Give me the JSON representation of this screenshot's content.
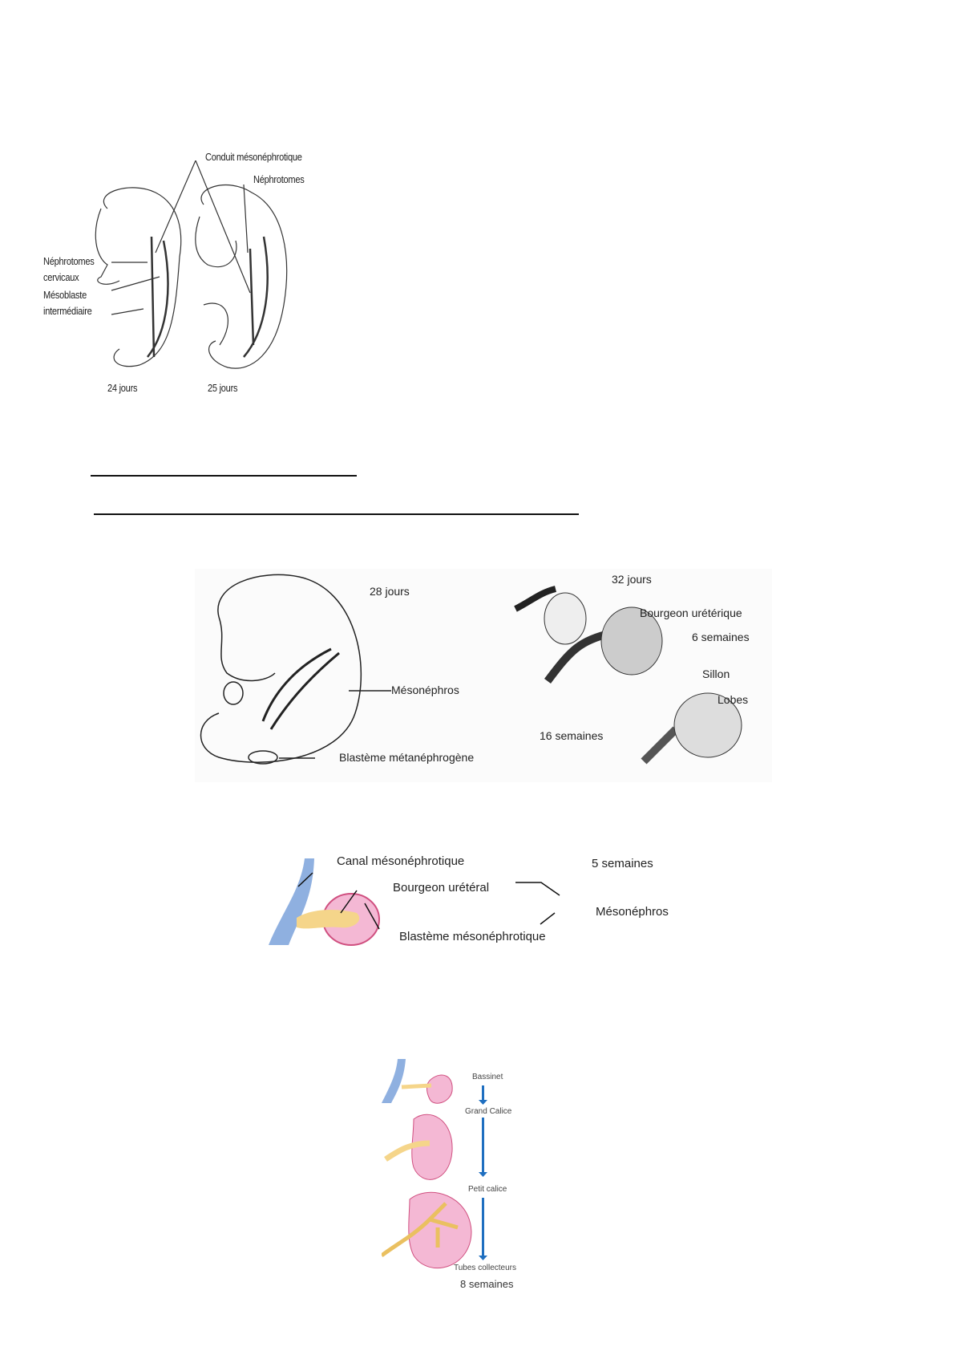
{
  "figure1": {
    "labels": {
      "conduit": "Conduit mésonéphrotique",
      "nephrotomes": "Néphrotomes",
      "nephrotomes_cervicaux_1": "Néphrotomes",
      "nephrotomes_cervicaux_2": "cervicaux",
      "mesoblaste_1": "Mésoblaste",
      "mesoblaste_2": "intermédiaire",
      "day24": "24 jours",
      "day25": "25 jours"
    }
  },
  "figure2": {
    "labels": {
      "j28": "28 jours",
      "mesonephros": "Mésonéphros",
      "blasteme": "Blastème métanéphrogène",
      "j32": "32 jours",
      "bourgeon": "Bourgeon urétérique",
      "s6": "6 semaines",
      "sillon": "Sillon",
      "lobes": "Lobes",
      "s16": "16 semaines"
    }
  },
  "figure3": {
    "labels": {
      "canal": "Canal mésonéphrotique",
      "s5": "5 semaines",
      "bourgeon": "Bourgeon urétéral",
      "mesonephros": "Mésonéphros",
      "blasteme": "Blastème mésonéphrotique"
    }
  },
  "figure4": {
    "labels": {
      "bassinet": "Bassinet",
      "grand_calice": "Grand Calice",
      "petit_calice": "Petit calice",
      "tubes": "Tubes collecteurs",
      "s8": "8 semaines"
    },
    "colors": {
      "kidney": "#f4b8d4",
      "ureter": "#f5d58a",
      "duct": "#8fb0e0",
      "arrow": "#1f6fc0"
    }
  }
}
